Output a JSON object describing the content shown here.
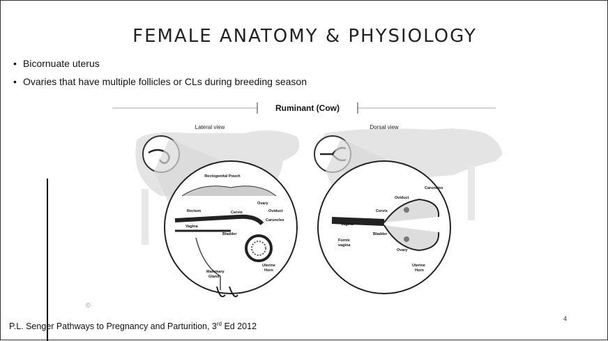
{
  "slide": {
    "title": "FEMALE ANATOMY & PHYSIOLOGY",
    "bullets": [
      "Bicornuate uterus",
      "Ovaries that have multiple follicles or CLs during breeding season"
    ],
    "footnote_prefix": "P.L. Senger Pathways to Pregnancy and Parturition, 3",
    "footnote_sup": "rd",
    "footnote_suffix": " Ed 2012",
    "page_number": "4",
    "copyright_mark": "©"
  },
  "figure": {
    "header": "Ruminant (Cow)",
    "lateral_view": "Lateral view",
    "dorsal_view": "Dorsal view",
    "lateral_labels": {
      "rectogenital_pouch": "Rectogenital Pouch",
      "rectum": "Rectum",
      "ovary": "Ovary",
      "cervix": "Cervix",
      "oviduct": "Oviduct",
      "vagina": "Vagina",
      "bladder": "Bladder",
      "caruncles": "Caruncles",
      "uterine": "Uterine",
      "horn": "Horn",
      "mammary": "Mammary",
      "gland": "Gland"
    },
    "dorsal_labels": {
      "caruncles": "Caruncles",
      "oviduct": "Oviduct",
      "cervix": "Cervix",
      "vagina": "Vagina",
      "bladder": "Bladder",
      "fornix": "Fornix",
      "vagina2": "vagina",
      "ovary": "Ovary",
      "uterine": "Uterine",
      "horn": "Horn"
    }
  }
}
